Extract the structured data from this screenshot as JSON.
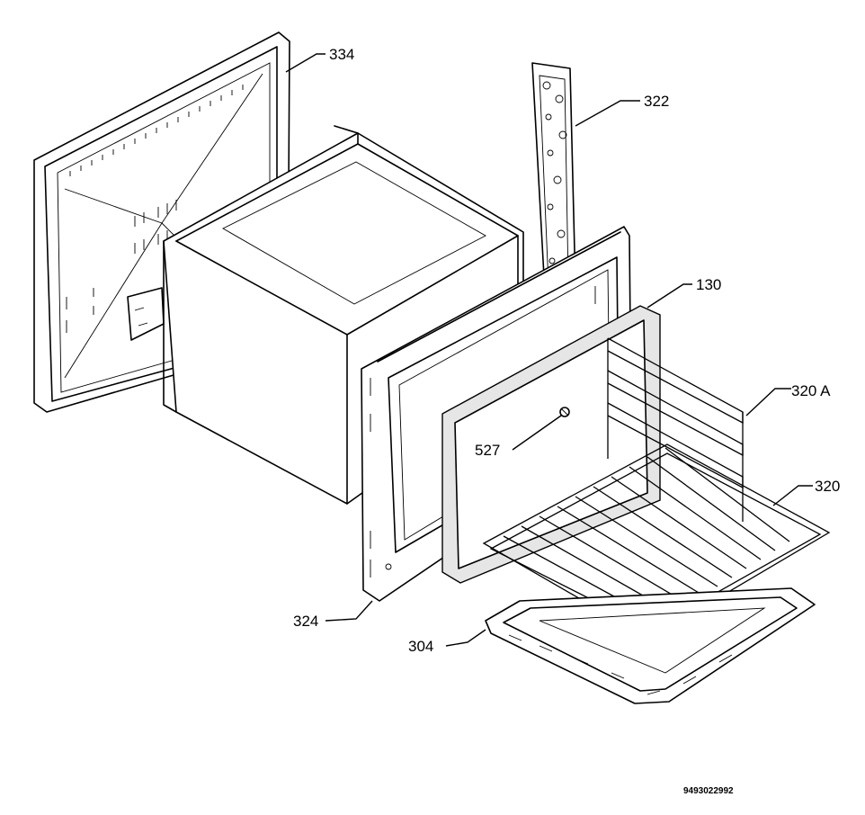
{
  "labels": {
    "back_panel": "334",
    "rail": "322",
    "door_seal": "130",
    "shelf_support": "320 A",
    "bolt": "527",
    "wire_shelf": "320",
    "front_frame": "324",
    "baking_tray": "304"
  },
  "drawing_code": "9493022992"
}
